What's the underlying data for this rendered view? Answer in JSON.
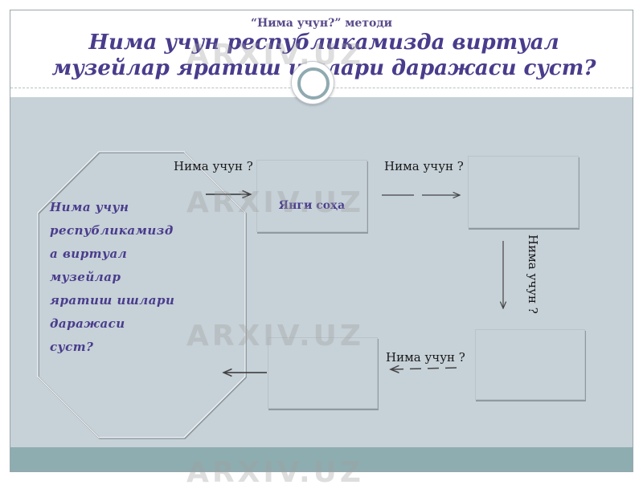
{
  "header": {
    "subtitle": "“Нима учун?” методи",
    "title_line1": "Нима учун республикамизда виртуал",
    "title_line2": "музейлар яратиш ишлари даражаси  суст?"
  },
  "diagram": {
    "central_problem": [
      "Нима учун",
      "республикамизд",
      "а виртуал",
      "музейлар",
      "яратиш ишлари",
      "даражаси",
      "суст?"
    ],
    "box1_label": "Янги соҳа",
    "box2_label": "",
    "box3_label": "",
    "box4_label": "",
    "why_label_1": "Нима учун ?",
    "why_label_2": "Нима учун ?",
    "why_label_3": "Нима учун ?",
    "why_label_4": "Нима учун ?"
  },
  "watermark": {
    "text": "ARXIV.UZ"
  },
  "colors": {
    "title": "#4a3c8c",
    "content_bg": "#c6d1d8",
    "footer": "#8eadb0"
  }
}
